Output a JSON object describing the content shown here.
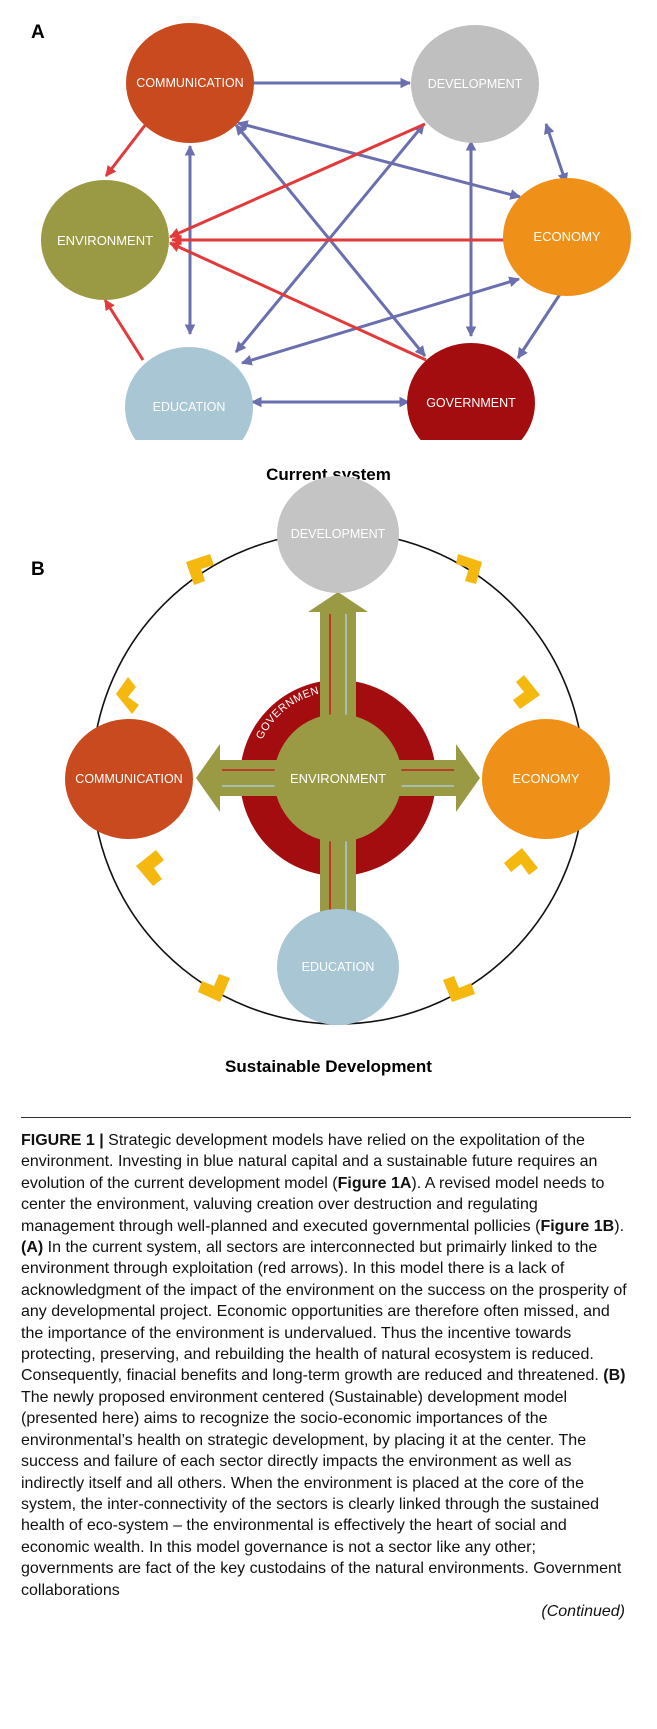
{
  "panel_a": {
    "letter": "A",
    "title": "Current system",
    "nodes": {
      "communication": {
        "label": "COMMUNICATION",
        "color": "#c94a1e"
      },
      "development": {
        "label": "DEVELOPMENT",
        "color": "#bfbfbf"
      },
      "environment": {
        "label": "ENVIRONMENT",
        "color": "#9a9a45"
      },
      "economy": {
        "label": "ECONOMY",
        "color": "#ef9118"
      },
      "education": {
        "label": "EDUCATION",
        "color": "#a9c6d5"
      },
      "government": {
        "label": "GOVERNMENT",
        "color": "#a30d10"
      }
    },
    "arrow_colors": {
      "interconnection": "#6a6fb0",
      "exploitation": "#e23a3a"
    }
  },
  "panel_b": {
    "letter": "B",
    "title": "Sustainable Development",
    "center_label": "ENVIRONMENT",
    "ring_label": "GOVERNMENT",
    "nodes": {
      "development": {
        "label": "DEVELOPMENT",
        "color": "#c4c4c4"
      },
      "communication": {
        "label": "COMMUNICATION",
        "color": "#c94a1e"
      },
      "economy": {
        "label": "ECONOMY",
        "color": "#ef9118"
      },
      "education": {
        "label": "EDUCATION",
        "color": "#a9c6d5"
      }
    },
    "colors": {
      "environment": "#9a9a45",
      "government": "#a30d10",
      "connector": "#f5b80f"
    }
  },
  "caption": {
    "label": "FIGURE 1 |",
    "t1": " Strategic development models have relied on the expolitation of the environment. Investing in blue natural capital and a sustainable future requires an evolution of the current development model (",
    "ref1a": "Figure 1A",
    "t2": "). A revised model needs to center the environment, valuving creation over destruction and regulating management through well-planned and executed governmental pollicies (",
    "ref1b": "Figure 1B",
    "t3": "). ",
    "a_label": "(A)",
    "t4": " In the current system, all sectors are interconnected but primairly linked to the environment through exploitation (red arrows). In this model there is a lack of acknowledgment of the impact of the environment on the success on the prosperity of any developmental project. Economic opportunities are therefore often missed, and the importance of the environment is undervalued. Thus the incentive towards protecting, preserving, and rebuilding the health of natural ecosystem is reduced. Consequently, finacial benefits and long-term growth are reduced and threatened. ",
    "b_label": "(B)",
    "t5": " The newly proposed environment centered (Sustainable) development model (presented here) aims to recognize the socio-economic importances of the environmental’s health on strategic development, by placing it at the center. The success and failure of each sector directly impacts the environment as well as indirectly itself and all others. When the environment is placed at the core of the system, the inter-connectivity of the sectors is clearly linked through the sustained health of eco-system – the environmental is effectively the heart of social and economic wealth. In this model governance is not a sector like any other; governments are fact of the key custodains of the natural environments. Government collaborations",
    "continued": "(Continued)"
  }
}
